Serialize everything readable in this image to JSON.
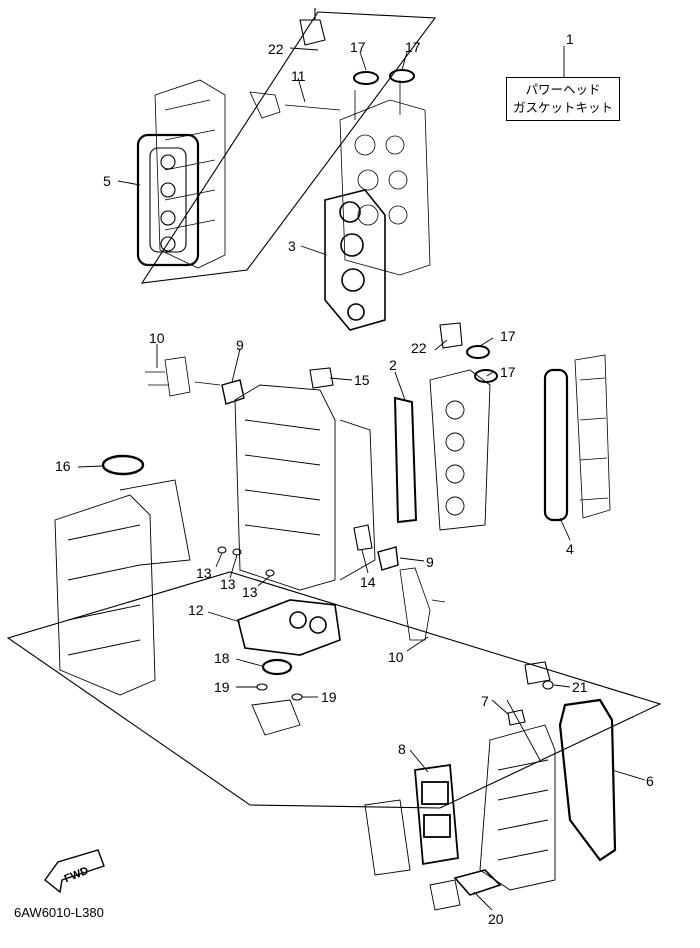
{
  "kit": {
    "number": "1",
    "line1": "パワーヘッド",
    "line2": "ガスケットキット"
  },
  "callouts": {
    "c22a": "22",
    "c17a": "17",
    "c17b": "17",
    "c11": "11",
    "c5": "5",
    "c3": "3",
    "c10a": "10",
    "c9a": "9",
    "c15": "15",
    "c2": "2",
    "c22b": "22",
    "c17c": "17",
    "c17d": "17",
    "c16": "16",
    "c4": "4",
    "c13a": "13",
    "c13b": "13",
    "c13c": "13",
    "c14": "14",
    "c9b": "9",
    "c12": "12",
    "c10b": "10",
    "c18": "18",
    "c19a": "19",
    "c19b": "19",
    "c21": "21",
    "c7": "7",
    "c6": "6",
    "c8": "8",
    "c20": "20"
  },
  "fwd_label": "FWD",
  "diagram_id": "6AW6010-L380"
}
